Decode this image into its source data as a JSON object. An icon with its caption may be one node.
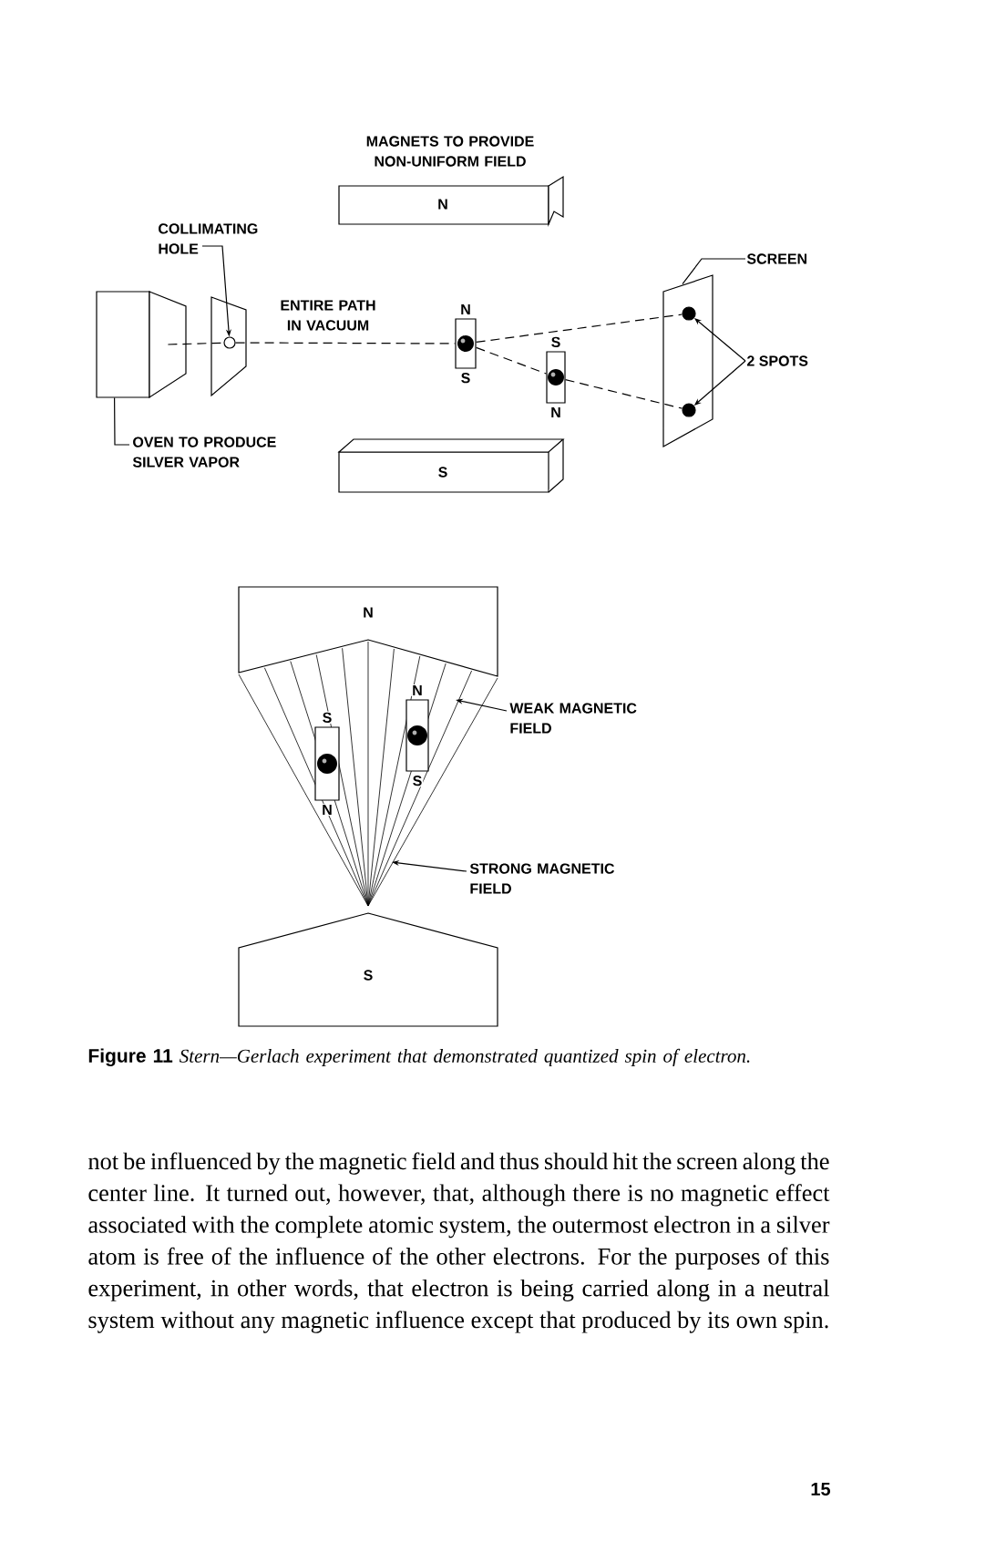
{
  "diagram": {
    "caption": "**Figure 11** *Stern—Gerlach experiment that demonstrated quantized spin of electron.*",
    "nodes": [
      {
        "text": [
          "N"
        ]
      },
      {
        "text": [
          "S"
        ]
      },
      {
        "text": [],
        "shape": "box"
      },
      {
        "text": [],
        "shape": "box"
      },
      {
        "text": [],
        "shape": "circle",
        "in": 3
      },
      {
        "text": [
          "COLLIMATING HOLE"
        ]
      },
      {
        "text": [
          "OVEN TO PRODUCE SILVER VAPOR"
        ]
      },
      {
        "text": [
          "N",
          "S"
        ]
      },
      {
        "text": [
          "S",
          "N"
        ]
      },
      {
        "text": [],
        "shape": "box"
      },
      {
        "text": [],
        "shape": "circle",
        "in": 9
      },
      {
        "text": [],
        "shape": "circle",
        "in": 9
      },
      {
        "text": [
          "SCREEN"
        ]
      },
      {
        "text": [
          "2 SPOTS"
        ]
      },
      {
        "text": [
          "N"
        ]
      },
      {
        "text": [
          "S"
        ]
      },
      {
        "text": [
          "S",
          "N"
        ]
      },
      {
        "text": [
          "N",
          "S"
        ]
      },
      {
        "text": [
          "WEAK MAGNETIC FIELD"
        ]
      },
      {
        "text": [
          "STRONG MAGNETIC FIELD"
        ]
      }
    ],
    "edges": [
      {
        "from": 2,
        "to": 4,
        "arrow": "none",
        "style": "dashed"
      },
      {
        "from": 4,
        "to": 7,
        "arrow": "none",
        "style": "dashed"
      },
      {
        "from": 7,
        "to": 10,
        "arrow": "none",
        "style": "dashed"
      },
      {
        "from": 7,
        "to": 8,
        "arrow": "none",
        "style": "dashed"
      },
      {
        "from": 8,
        "to": 11,
        "arrow": "none",
        "style": "dashed"
      },
      {
        "from": 5,
        "to": 4,
        "arrow": "to"
      },
      {
        "from": 6,
        "to": 2,
        "arrow": "none"
      },
      {
        "from": 12,
        "to": 9,
        "arrow": "none"
      },
      {
        "from": 13,
        "to": 10,
        "arrow": "to"
      },
      {
        "from": 13,
        "to": 11,
        "arrow": "to"
      },
      {
        "from": 18,
        "to": null,
        "arrow": "to"
      },
      {
        "from": 19,
        "to": null,
        "arrow": "to"
      }
    ],
    "labels": [
      "MAGNETS TO PROVIDE NON-UNIFORM FIELD",
      "ENTIRE PATH IN VACUUM",
      "not be influenced by the magnetic field and thus should hit the screen along the center line. It turned out, however, that, although there is no magnetic effect associated with the complete atomic system, the outermost electron in a silver atom is free of the influence of the other electrons. For the purposes of this experiment, in other words, that electron is being carried along in a neutral system without any magnetic influence except that produced by its own spin.",
      "15"
    ]
  }
}
